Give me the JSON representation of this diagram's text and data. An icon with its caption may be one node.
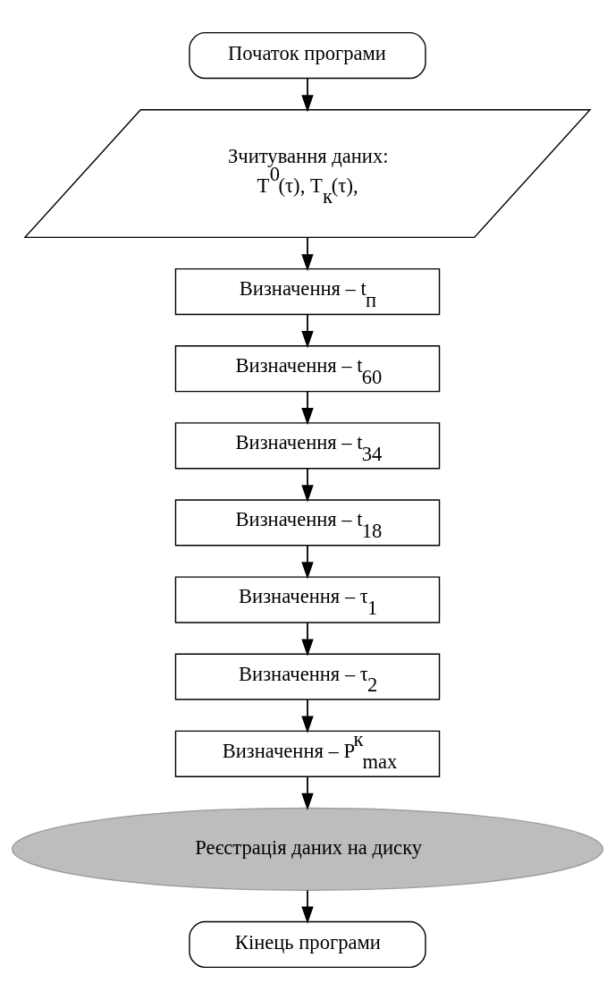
{
  "diagram": {
    "nodes": [
      {
        "text": [
          "Початок програми"
        ]
      },
      {
        "text": [
          "Зчитування даних:",
          "T$^{0}$(τ), T$_{к}$(τ),"
        ]
      },
      {
        "text": [
          "Визначення – t$_{п}$"
        ]
      },
      {
        "text": [
          "Визначення – t$_{60}$"
        ]
      },
      {
        "text": [
          "Визначення – t$_{34}$"
        ]
      },
      {
        "text": [
          "Визначення – t$_{18}$"
        ]
      },
      {
        "text": [
          "Визначення – τ$_{1}$"
        ]
      },
      {
        "text": [
          "Визначення – τ$_{2}$"
        ]
      },
      {
        "text": [
          "Визначення – P$^{к}$$_{max}$"
        ]
      },
      {
        "text": [
          "Реєстрація даних на диску"
        ]
      },
      {
        "text": [
          "Кінець програми"
        ]
      }
    ],
    "edges": [
      {
        "from": 0,
        "to": 1,
        "arrow": "to"
      },
      {
        "from": 1,
        "to": 2,
        "arrow": "to"
      },
      {
        "from": 2,
        "to": 3,
        "arrow": "to"
      },
      {
        "from": 3,
        "to": 4,
        "arrow": "to"
      },
      {
        "from": 4,
        "to": 5,
        "arrow": "to"
      },
      {
        "from": 5,
        "to": 6,
        "arrow": "to"
      },
      {
        "from": 6,
        "to": 7,
        "arrow": "to"
      },
      {
        "from": 7,
        "to": 8,
        "arrow": "to"
      },
      {
        "from": 8,
        "to": 9,
        "arrow": "to"
      },
      {
        "from": 9,
        "to": 10,
        "arrow": "to"
      }
    ]
  }
}
